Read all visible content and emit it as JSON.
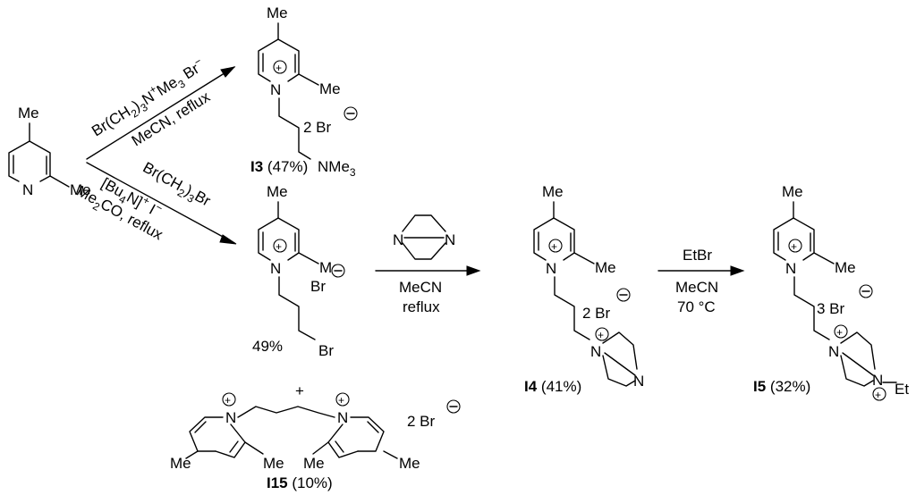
{
  "scheme": {
    "start": {
      "me_top": "Me",
      "n": "N",
      "me_right": "Me"
    },
    "upper_conditions": {
      "reagent_a": "Br(CH",
      "reagent_a_sub2": "2",
      "reagent_a_b": ")",
      "reagent_a_sub3": "3",
      "reagent_a_c": "N",
      "reagent_a_plus": "+",
      "reagent_a_d": "Me",
      "reagent_a_sub4": "3",
      "reagent_a_e": " Br",
      "reagent_a_minus": "−",
      "solvent": "MeCN, reflux"
    },
    "lower_conditions": {
      "reagent_a": "Br(CH",
      "reagent_a_sub": "2",
      "reagent_a_b": ")",
      "reagent_a_sub2": "3",
      "reagent_a_c": "Br",
      "reagent_b": "[Bu",
      "reagent_b_sub": "4",
      "reagent_b_c": "N]",
      "reagent_b_plus": "+",
      "reagent_b_d": " I",
      "reagent_b_minus": "−",
      "solvent_a": "Me",
      "solvent_sub": "2",
      "solvent_b": "CO, reflux"
    },
    "I3": {
      "me_top": "Me",
      "me_right": "Me",
      "n": "N",
      "counterion": "2 Br",
      "amine": "NMe",
      "amine_sub": "3",
      "label": "I3",
      "yield": " (47%)"
    },
    "bromide": {
      "me_top": "Me",
      "me_right": "Me",
      "n": "N",
      "counterion": "Br",
      "terminal": "Br",
      "yield": "49%"
    },
    "step2": {
      "n1": "N",
      "n2": "N",
      "solvent": "MeCN",
      "cond": "reflux"
    },
    "I4": {
      "me_top": "Me",
      "me_right": "Me",
      "n": "N",
      "counterion": "2 Br",
      "n_plus": "N",
      "n_free": "N",
      "label": "I4",
      "yield": " (41%)"
    },
    "step3": {
      "reagent": "EtBr",
      "solvent": "MeCN",
      "temp": "70 °C"
    },
    "I5": {
      "me_top": "Me",
      "me_right": "Me",
      "n": "N",
      "counterion": "3 Br",
      "n_plus": "N",
      "n_quat": "N",
      "et": "Et",
      "label": "I5",
      "yield": " (32%)"
    },
    "plus_sign": "+",
    "I15": {
      "n_left": "N",
      "n_right": "N",
      "me_a": "Me",
      "me_b": "Me",
      "me_c": "Me",
      "me_d": "Me",
      "counterion": "2 Br",
      "label": "I15",
      "yield": " (10%)"
    },
    "charge_plus": "+",
    "charge_minus": "−"
  }
}
